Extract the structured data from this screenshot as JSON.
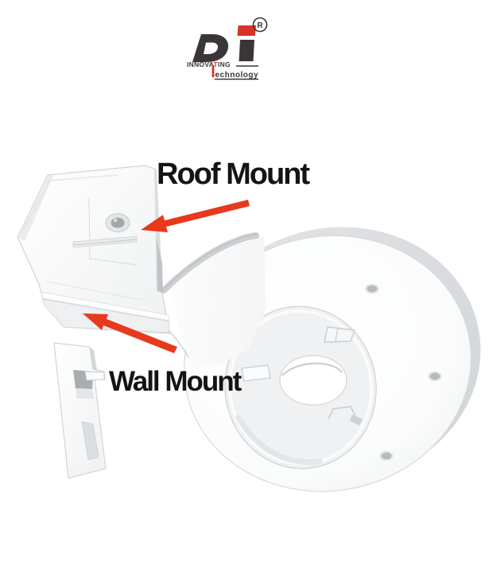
{
  "page": {
    "background": "#ffffff"
  },
  "logo": {
    "wordmark": "Di",
    "registered_mark": "R",
    "tagline": {
      "part1_pre": "INNOVA",
      "part1_t": "T",
      "part1_post": "ING",
      "part2": "echnology"
    },
    "colors": {
      "ink": "#3a3536",
      "red": "#d7342c"
    }
  },
  "annotations": {
    "roof_label": "Roof Mount",
    "wall_label": "Wall Mount",
    "arrow_color": "#e8391c",
    "label_color": "#141414"
  },
  "illustration": {
    "subject": "mounting bracket",
    "parts": [
      "roof-mount-plate",
      "wall-mount-arm",
      "mounting-disc",
      "center-hole",
      "screw-holes"
    ]
  }
}
